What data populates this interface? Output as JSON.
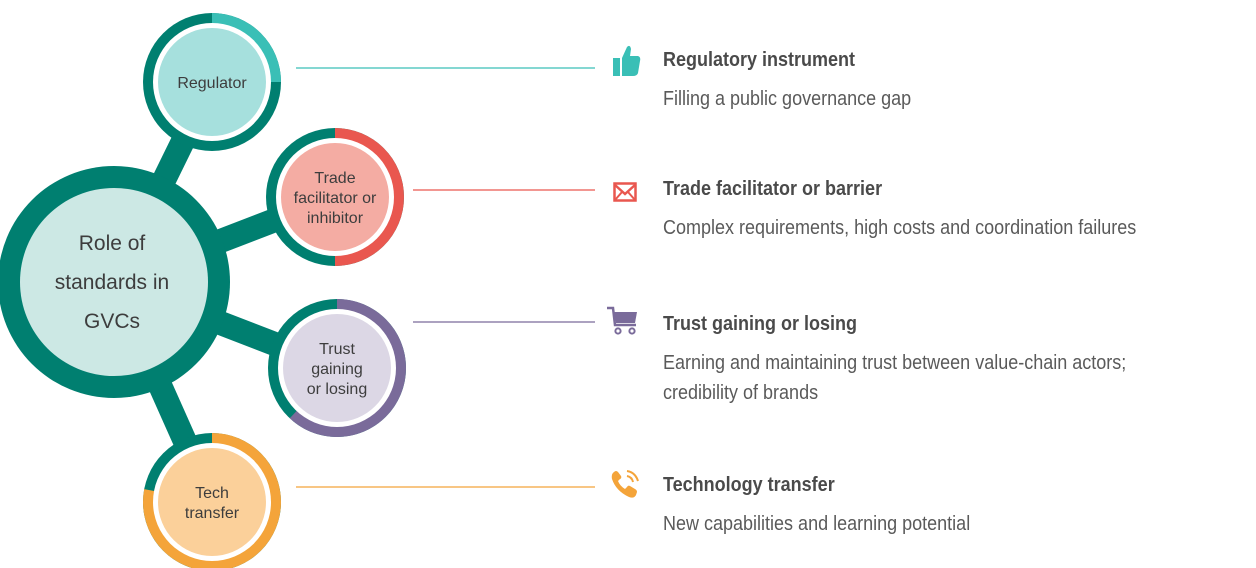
{
  "center": {
    "label_lines": [
      "Role of",
      "standards in",
      "GVCs"
    ]
  },
  "nodes": [
    {
      "id": "regulator",
      "label_lines": [
        "Regulator"
      ],
      "ring_color": "#3abfb6",
      "ring_fraction": 0.25,
      "fill": "#a6e0dd"
    },
    {
      "id": "trade",
      "label_lines": [
        "Trade",
        "facilitator or",
        "inhibitor"
      ],
      "ring_color": "#e9574f",
      "ring_fraction": 0.5,
      "fill": "#f4aca3"
    },
    {
      "id": "trust",
      "label_lines": [
        "Trust",
        "gaining",
        "or losing"
      ],
      "ring_color": "#7a6b9a",
      "ring_fraction": 0.62,
      "fill": "#dcd7e5"
    },
    {
      "id": "tech",
      "label_lines": [
        "Tech",
        "transfer"
      ],
      "ring_color": "#f4a43a",
      "ring_fraction": 0.78,
      "fill": "#fbd09a"
    }
  ],
  "items": [
    {
      "icon": "thumbs-up-icon",
      "color": "#3abfb6",
      "title": "Regulatory instrument",
      "desc_lines": [
        "Filling a public governance gap"
      ]
    },
    {
      "icon": "envelope-icon",
      "color": "#e9574f",
      "title": "Trade facilitator or barrier",
      "desc_lines": [
        "Complex requirements, high costs and coordination failures"
      ]
    },
    {
      "icon": "shopping-cart-icon",
      "color": "#7a6b9a",
      "title": "Trust gaining or losing",
      "desc_lines": [
        "Earning and maintaining trust between value-chain actors;",
        "credibility of brands"
      ]
    },
    {
      "icon": "phone-icon",
      "color": "#f4a43a",
      "title": "Technology transfer",
      "desc_lines": [
        "New capabilities and learning potential"
      ]
    }
  ],
  "colors": {
    "hub": "#007f70",
    "hub_fill": "#cce8e4"
  }
}
